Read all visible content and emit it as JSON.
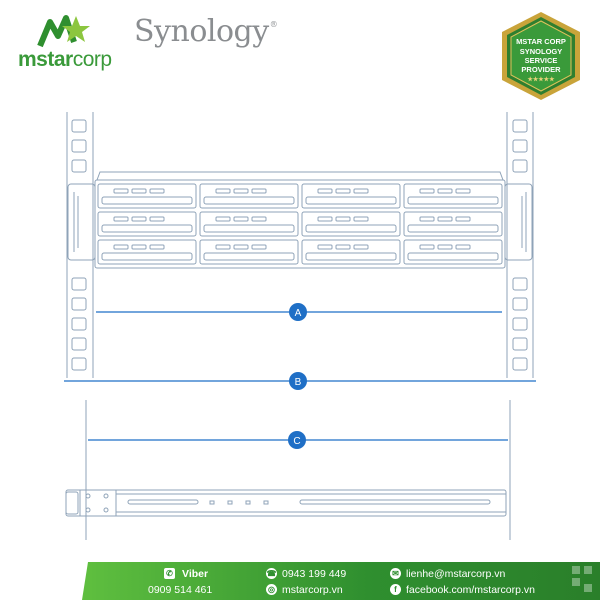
{
  "header": {
    "mstar_logo": {
      "part1": "mstar",
      "part2": "corp"
    },
    "synology_logo": "Synology",
    "synology_reg": "®",
    "badge": {
      "line1": "MSTAR CORP",
      "line2": "SYNOLOGY",
      "line3": "SERVICE",
      "line4": "PROVIDER",
      "stars": "★★★★★"
    }
  },
  "diagram": {
    "labels": {
      "a": "A",
      "b": "B",
      "c": "C"
    },
    "colors": {
      "line": "#8fa3b8",
      "dimension": "#1f6fc6",
      "marker": "#1f6fc6"
    }
  },
  "footer": {
    "viber_label": "Viber",
    "viber_phone": "0909 514 461",
    "phone": "0943 199 449",
    "website": "mstarcorp.vn",
    "email": "lienhe@mstarcorp.vn",
    "facebook": "facebook.com/mstarcorp.vn",
    "icons": [
      "viber-icon",
      "phone-icon",
      "globe-icon",
      "mail-icon",
      "facebook-icon"
    ],
    "colors": {
      "start": "#5fbf3f",
      "end": "#2a7f2a"
    }
  }
}
